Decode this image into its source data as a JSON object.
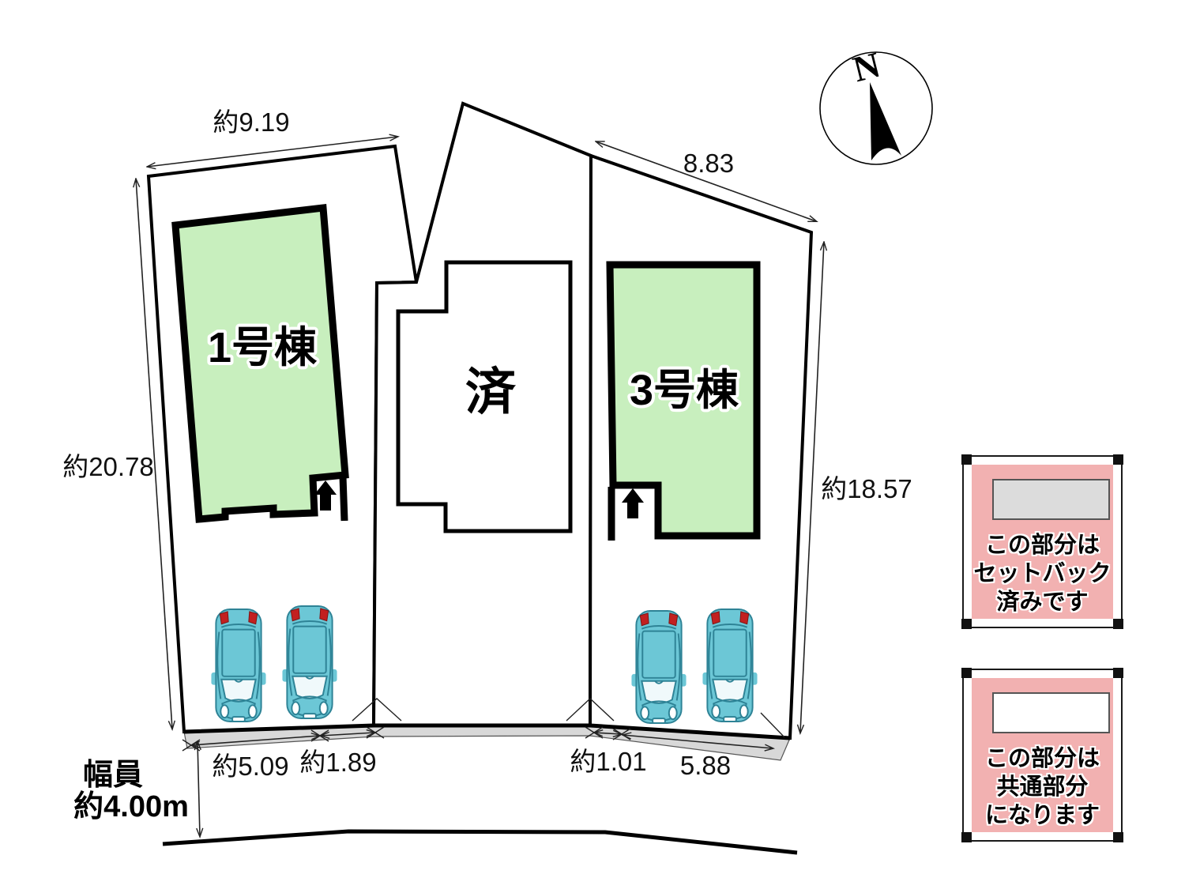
{
  "compass": {
    "label": "N"
  },
  "buildings": {
    "unit1": {
      "label": "1号棟"
    },
    "sold": {
      "label": "済"
    },
    "unit3": {
      "label": "3号棟"
    }
  },
  "dimensions": {
    "lot1_frontage": "約9.19",
    "lot1_depth": "約20.78",
    "lot3_frontage": "8.83",
    "lot3_depth": "約18.57",
    "frontage_seg1": "約5.09",
    "frontage_seg2": "約1.89",
    "frontage_seg3": "約1.01",
    "frontage_seg4": "5.88",
    "road_width_label": "幅員",
    "road_width_value": "約4.00m"
  },
  "legend": {
    "setback": {
      "lines": [
        "この部分は",
        "セットバック",
        "済みです"
      ],
      "swatch_color": "#dcdcdc"
    },
    "common": {
      "lines": [
        "この部分は",
        "共通部分",
        "になります"
      ],
      "swatch_color": "#ffffff"
    }
  },
  "colors": {
    "building_fill": "#c8efbe",
    "sold_fill": "#ffffff",
    "setback_strip": "#d8d8d8",
    "legend_pink": "#f2b1b1",
    "car_body": "#6cc7d6",
    "car_outline": "#2e8396",
    "car_taillight": "#c22020"
  }
}
